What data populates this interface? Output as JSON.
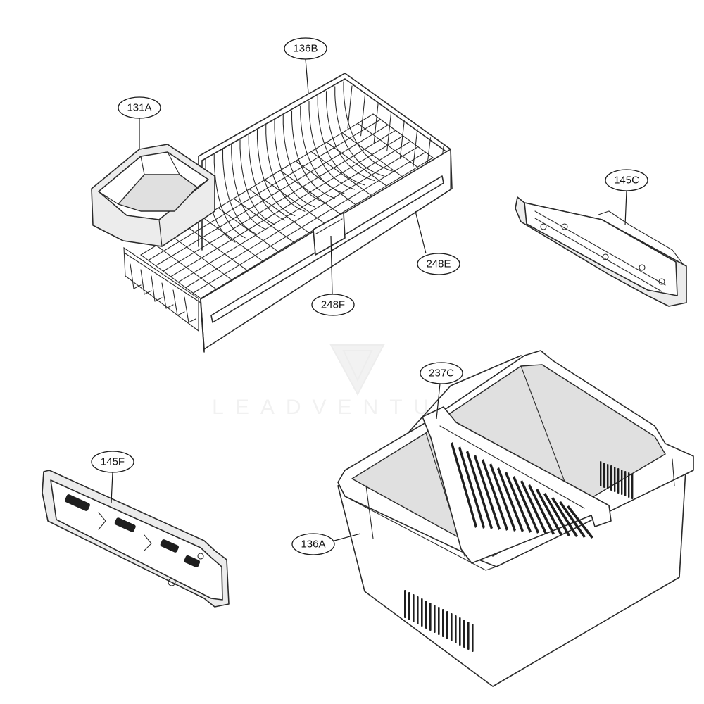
{
  "watermark": {
    "text": "LEADVENTURE"
  },
  "callouts": {
    "c136b": "136B",
    "c131a": "131A",
    "c145c": "145C",
    "c248e": "248E",
    "c248f": "248F",
    "c237c": "237C",
    "c145f": "145F",
    "c136a": "136A"
  },
  "parts": [
    {
      "id": "136B",
      "description": "wire basket"
    },
    {
      "id": "131A",
      "description": "small bin"
    },
    {
      "id": "145C",
      "description": "rail"
    },
    {
      "id": "248E",
      "description": "basket front"
    },
    {
      "id": "248F",
      "description": "basket handle"
    },
    {
      "id": "237C",
      "description": "divider"
    },
    {
      "id": "145F",
      "description": "rail"
    },
    {
      "id": "136A",
      "description": "drawer"
    }
  ]
}
